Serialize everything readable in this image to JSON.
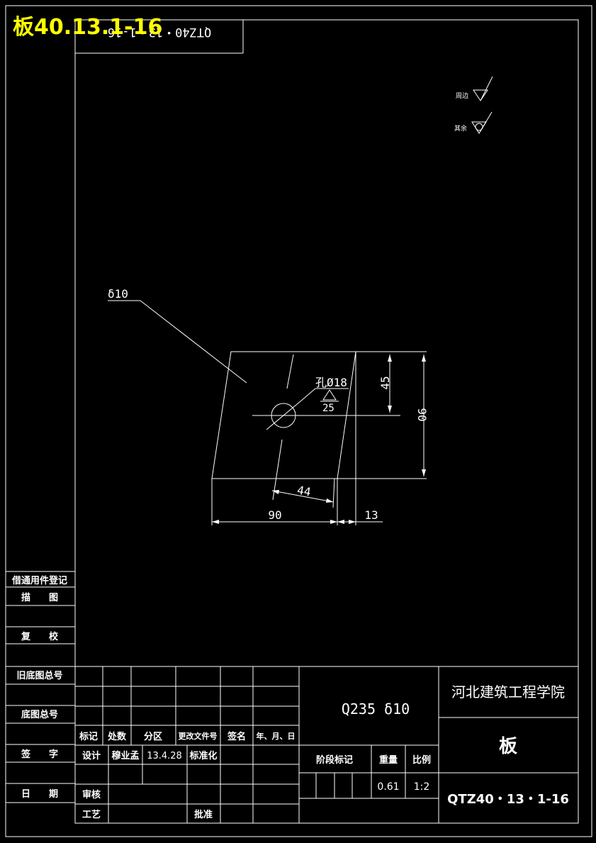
{
  "overlay_title": "板40.13.1-16",
  "top_code": "QTZ40・13・1-16",
  "roughness": {
    "weld": "周边",
    "other": "其余"
  },
  "drawing": {
    "thickness_label": "δ10",
    "hole_label": "孔Ø18",
    "hole_roughness": "25",
    "dim_45": "45",
    "dim_90_right": "90",
    "dim_44": "44",
    "dim_90_bottom": "90",
    "dim_13": "13"
  },
  "left_strip": {
    "r1": "借通用件登记",
    "r2": "描　　图",
    "r3": "复　　校",
    "r4": "旧底图总号",
    "r5": "底图总号",
    "r6": "签　　字",
    "r7": "日　　期"
  },
  "title_block": {
    "col_mark": "标记",
    "col_count": "处数",
    "col_zone": "分区",
    "col_docno": "更改文件号",
    "col_sign": "签名",
    "col_date": "年、月、日",
    "design": "设计",
    "designer": "穆业孟",
    "design_date": "13.4.28",
    "standard": "标准化",
    "review": "审核",
    "process": "工艺",
    "approve": "批准",
    "material": "Q235 δ10",
    "stage_mark": "阶段标记",
    "weight": "重量",
    "scale": "比例",
    "weight_value": "0.61",
    "scale_value": "1:2",
    "school": "河北建筑工程学院",
    "part_name": "板",
    "drawing_no": "QTZ40・13・1-16"
  }
}
